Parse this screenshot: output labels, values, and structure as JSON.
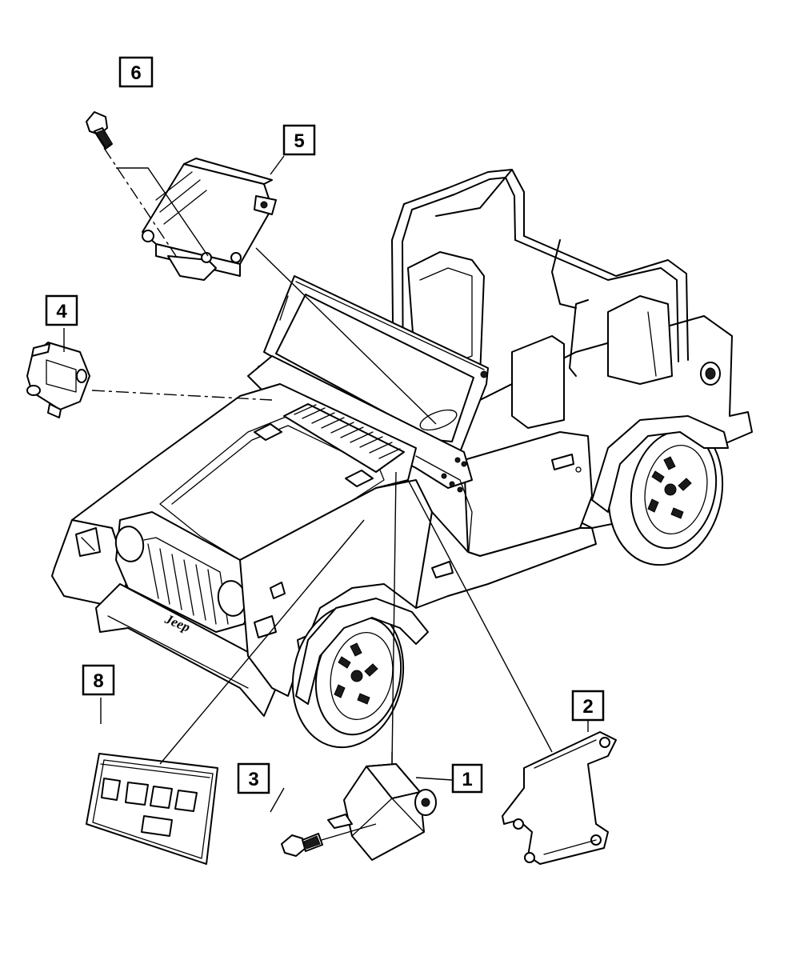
{
  "diagram": {
    "brand_text": "Jeep",
    "callouts": [
      {
        "id": "1",
        "label": "1"
      },
      {
        "id": "2",
        "label": "2"
      },
      {
        "id": "3",
        "label": "3"
      },
      {
        "id": "4",
        "label": "4"
      },
      {
        "id": "5",
        "label": "5"
      },
      {
        "id": "6",
        "label": "6"
      },
      {
        "id": "8",
        "label": "8"
      }
    ],
    "colors": {
      "line": "#000000",
      "background": "#ffffff"
    }
  }
}
